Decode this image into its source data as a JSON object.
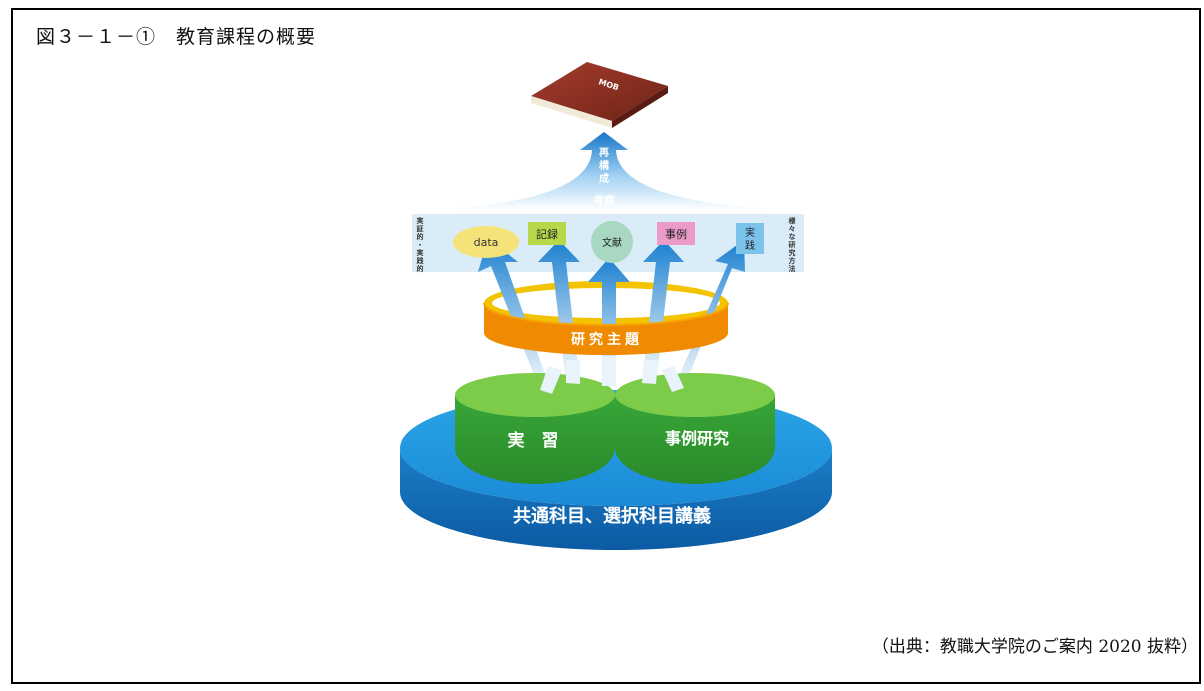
{
  "figure": {
    "title": "図３－１－①　教育課程の概要",
    "source": "（出典：教職大学院のご案内 2020 抜粋）"
  },
  "diagram": {
    "book_label": "MOB",
    "reconstruct": [
      "再",
      "構",
      "成"
    ],
    "consider": "考察",
    "left_side": [
      "実",
      "証",
      "的",
      "・",
      "実",
      "践",
      "的"
    ],
    "right_side": [
      "様",
      "々",
      "な",
      "研",
      "究",
      "方",
      "法"
    ],
    "items": {
      "data": "data",
      "record": "記録",
      "literature": "文献",
      "case": "事例",
      "practice": [
        "実",
        "践"
      ]
    },
    "ring": "研究主題",
    "practicum": "実　習",
    "case_study": "事例研究",
    "base": "共通科目、選択科目講義"
  },
  "colors": {
    "band": "#d9ecf7",
    "blue_arrow": "#1a7fcf",
    "orange": "#f08a00",
    "yellow": "#f4c300",
    "green": "#3aa83a",
    "base_blue": "#1e8fd8",
    "book": "#8a2f22"
  }
}
